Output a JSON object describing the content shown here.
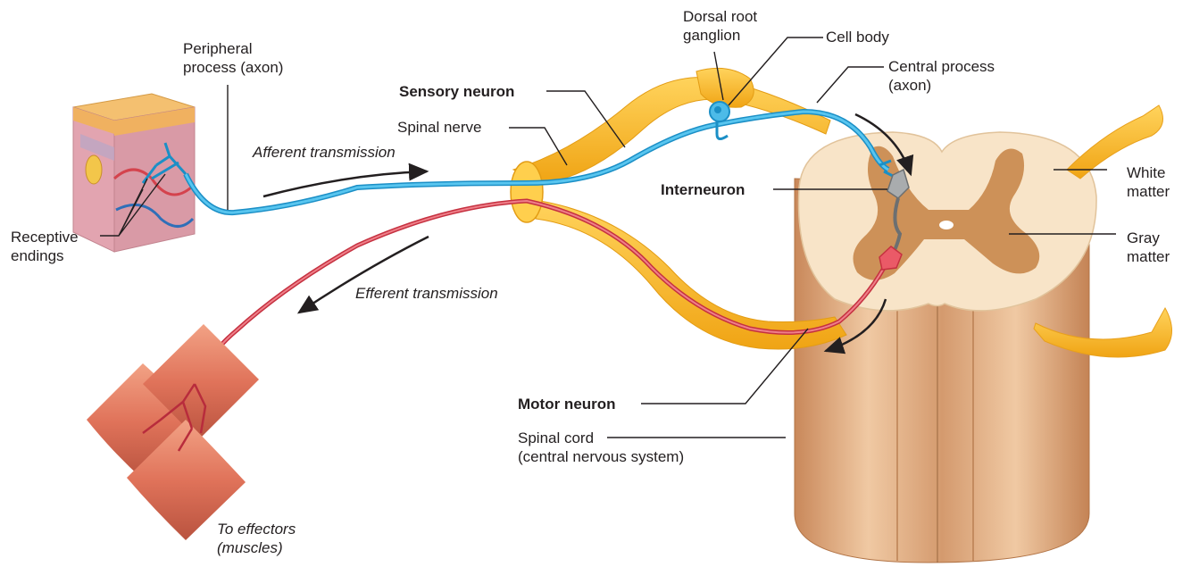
{
  "labels": {
    "peripheral_process_1": "Peripheral",
    "peripheral_process_2": "process (axon)",
    "dorsal_root_ganglion_1": "Dorsal root",
    "dorsal_root_ganglion_2": "ganglion",
    "cell_body": "Cell body",
    "central_process_1": "Central process",
    "central_process_2": "(axon)",
    "sensory_neuron": "Sensory neuron",
    "spinal_nerve": "Spinal nerve",
    "afferent_transmission": "Afferent transmission",
    "interneuron": "Interneuron",
    "white_matter_1": "White",
    "white_matter_2": "matter",
    "gray_matter_1": "Gray",
    "gray_matter_2": "matter",
    "receptive_endings_1": "Receptive",
    "receptive_endings_2": "endings",
    "efferent_transmission": "Efferent transmission",
    "motor_neuron": "Motor neuron",
    "spinal_cord_1": "Spinal cord",
    "spinal_cord_2": "(central nervous system)",
    "to_effectors_1": "To effectors",
    "to_effectors_2": "(muscles)"
  },
  "colors": {
    "sensory_neuron": "#2aa7d9",
    "motor_neuron": "#d4434d",
    "interneuron": "#8a8d8f",
    "nerve": "#f6b21a",
    "white_matter": "#f6dfbf",
    "gray_matter": "#c98a4e",
    "spinal_cord_column": "#d9a276",
    "muscle": "#e07a5a",
    "leader_line": "#231f20"
  }
}
